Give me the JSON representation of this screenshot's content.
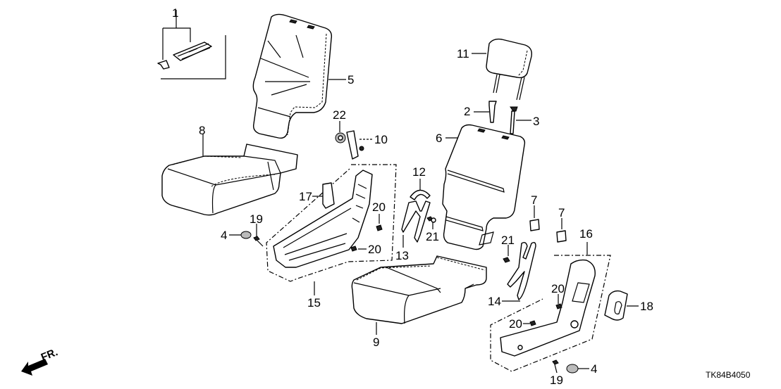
{
  "diagram": {
    "code": "TK84B4050",
    "direction_label": "FR.",
    "callouts": [
      {
        "id": "c1",
        "text": "1"
      },
      {
        "id": "c2",
        "text": "2"
      },
      {
        "id": "c3",
        "text": "3"
      },
      {
        "id": "c4a",
        "text": "4"
      },
      {
        "id": "c4b",
        "text": "4"
      },
      {
        "id": "c5",
        "text": "5"
      },
      {
        "id": "c6",
        "text": "6"
      },
      {
        "id": "c7a",
        "text": "7"
      },
      {
        "id": "c7b",
        "text": "7"
      },
      {
        "id": "c8",
        "text": "8"
      },
      {
        "id": "c9",
        "text": "9"
      },
      {
        "id": "c10",
        "text": "10"
      },
      {
        "id": "c11",
        "text": "11"
      },
      {
        "id": "c12",
        "text": "12"
      },
      {
        "id": "c13",
        "text": "13"
      },
      {
        "id": "c14",
        "text": "14"
      },
      {
        "id": "c15",
        "text": "15"
      },
      {
        "id": "c16",
        "text": "16"
      },
      {
        "id": "c17",
        "text": "17"
      },
      {
        "id": "c18",
        "text": "18"
      },
      {
        "id": "c19a",
        "text": "19"
      },
      {
        "id": "c19b",
        "text": "19"
      },
      {
        "id": "c20a",
        "text": "20"
      },
      {
        "id": "c20b",
        "text": "20"
      },
      {
        "id": "c20c",
        "text": "20"
      },
      {
        "id": "c20d",
        "text": "20"
      },
      {
        "id": "c21a",
        "text": "21"
      },
      {
        "id": "c21b",
        "text": "21"
      },
      {
        "id": "c22",
        "text": "22"
      }
    ]
  }
}
